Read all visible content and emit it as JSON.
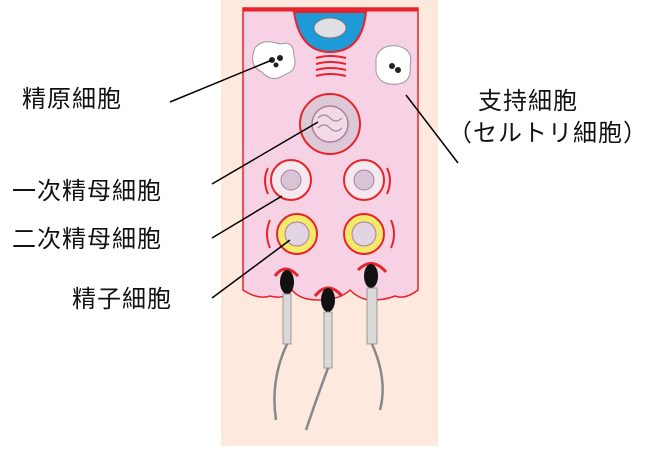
{
  "labels": {
    "spermatogonium": "精原細胞",
    "sertoli": "支持細胞",
    "sertoli_alt": "（セルトリ細胞）",
    "primary_spermatocyte": "一次精母細胞",
    "secondary_spermatocyte": "二次精母細胞",
    "spermatid": "精子細胞"
  },
  "colors": {
    "background": "#fde9dd",
    "tubule": "#f6d2e4",
    "membrane": "#e8232b",
    "nucleus_blue": "#1e9ad9",
    "cell_fill": "#dcc9d6",
    "spermatid_ring": "#f3ea6a",
    "leader_line": "#000000"
  }
}
